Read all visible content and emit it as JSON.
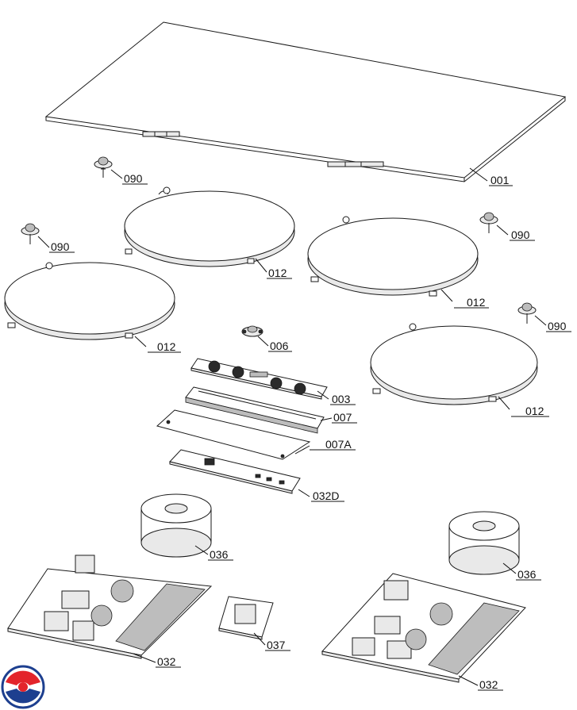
{
  "parts": [
    {
      "id": "glass",
      "label": "001"
    },
    {
      "id": "bracket-tl",
      "label": "090"
    },
    {
      "id": "bracket-l",
      "label": "090"
    },
    {
      "id": "bracket-r",
      "label": "090"
    },
    {
      "id": "bracket-rr",
      "label": "090"
    },
    {
      "id": "coil-top",
      "label": "012"
    },
    {
      "id": "coil-left",
      "label": "012"
    },
    {
      "id": "coil-right",
      "label": "012"
    },
    {
      "id": "coil-bottom",
      "label": "012"
    },
    {
      "id": "sensor",
      "label": "006"
    },
    {
      "id": "display",
      "label": "003"
    },
    {
      "id": "frame",
      "label": "007"
    },
    {
      "id": "film",
      "label": "007A"
    },
    {
      "id": "control-board",
      "label": "032D"
    },
    {
      "id": "fan-left",
      "label": "036"
    },
    {
      "id": "fan-right",
      "label": "036"
    },
    {
      "id": "filter",
      "label": "037"
    },
    {
      "id": "power-left",
      "label": "032"
    },
    {
      "id": "power-right",
      "label": "032"
    }
  ],
  "logo": {
    "colors": [
      "#e3242b",
      "#1d3f8f"
    ]
  }
}
